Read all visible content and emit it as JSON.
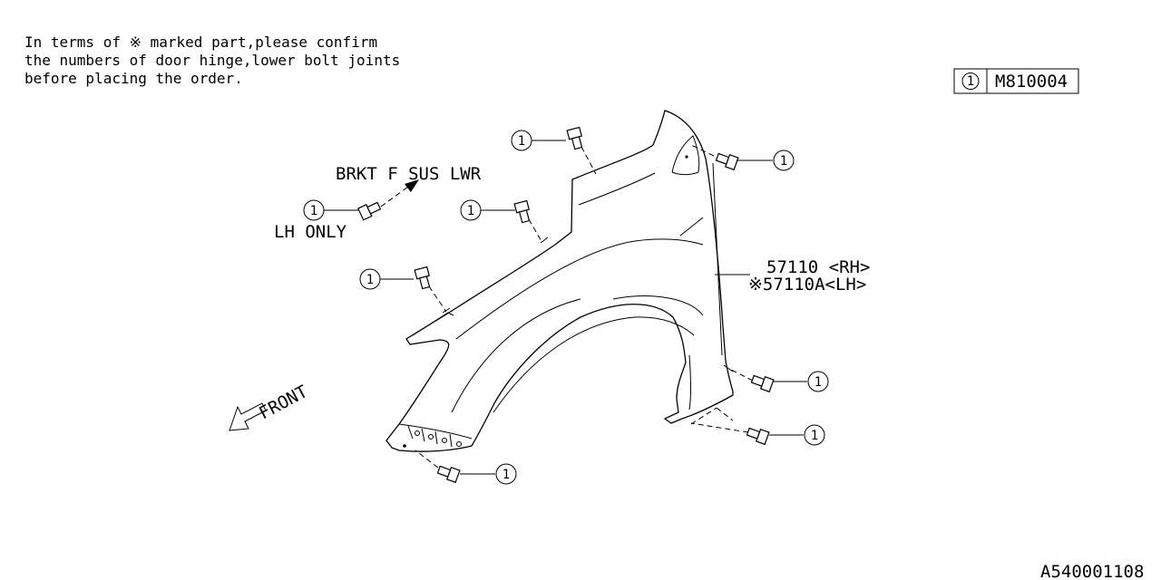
{
  "note": {
    "line1": "In terms of ※ marked part,please confirm",
    "line2": "the numbers of door hinge,lower bolt joints",
    "line3": "before placing the order."
  },
  "legend": {
    "callout_number": "1",
    "part_number": "M810004"
  },
  "labels": {
    "bracket": "BRKT F SUS LWR",
    "lh_only": "LH ONLY",
    "fender_rh": "57110 <RH>",
    "fender_lh": "※57110A<LH>",
    "front": "FRONT"
  },
  "callouts": [
    "1",
    "1",
    "1",
    "1",
    "1",
    "1",
    "1",
    "1"
  ],
  "diagram_id": "A540001108"
}
